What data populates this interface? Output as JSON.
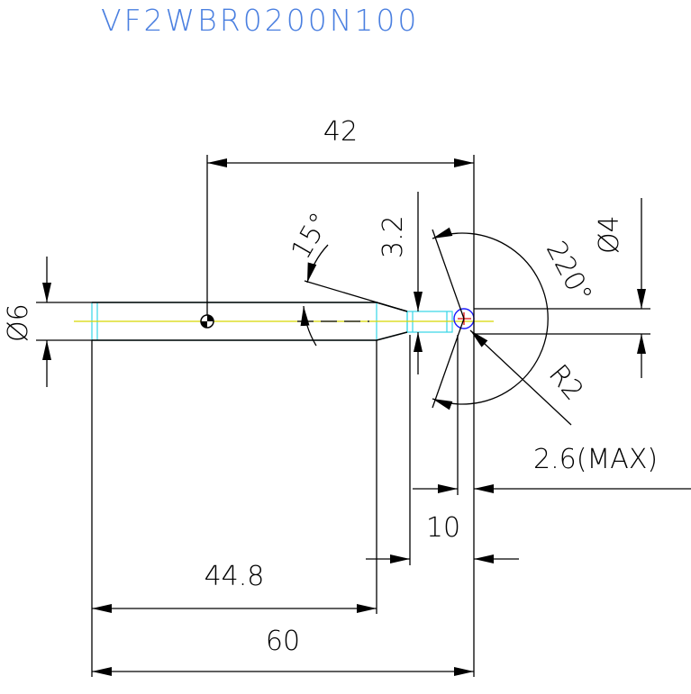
{
  "title": "VF2WBR0200N100",
  "colors": {
    "title": "#4a7fe0",
    "line": "#000000",
    "tool_outline": "#34d6e6",
    "center_line": "#d8d800",
    "ball": "#1a1aff",
    "ball_center": "#e00000"
  },
  "dimensions": {
    "length_42": "42",
    "angle_15": "15°",
    "neck_3_2": "3.2",
    "tip_angle_220": "220°",
    "dia_4": "Ø4",
    "dia_6": "Ø6",
    "radius_r2": "R2",
    "max_2_6": "2.6(MAX)",
    "length_10": "10",
    "length_44_8": "44.8",
    "length_60": "60"
  }
}
